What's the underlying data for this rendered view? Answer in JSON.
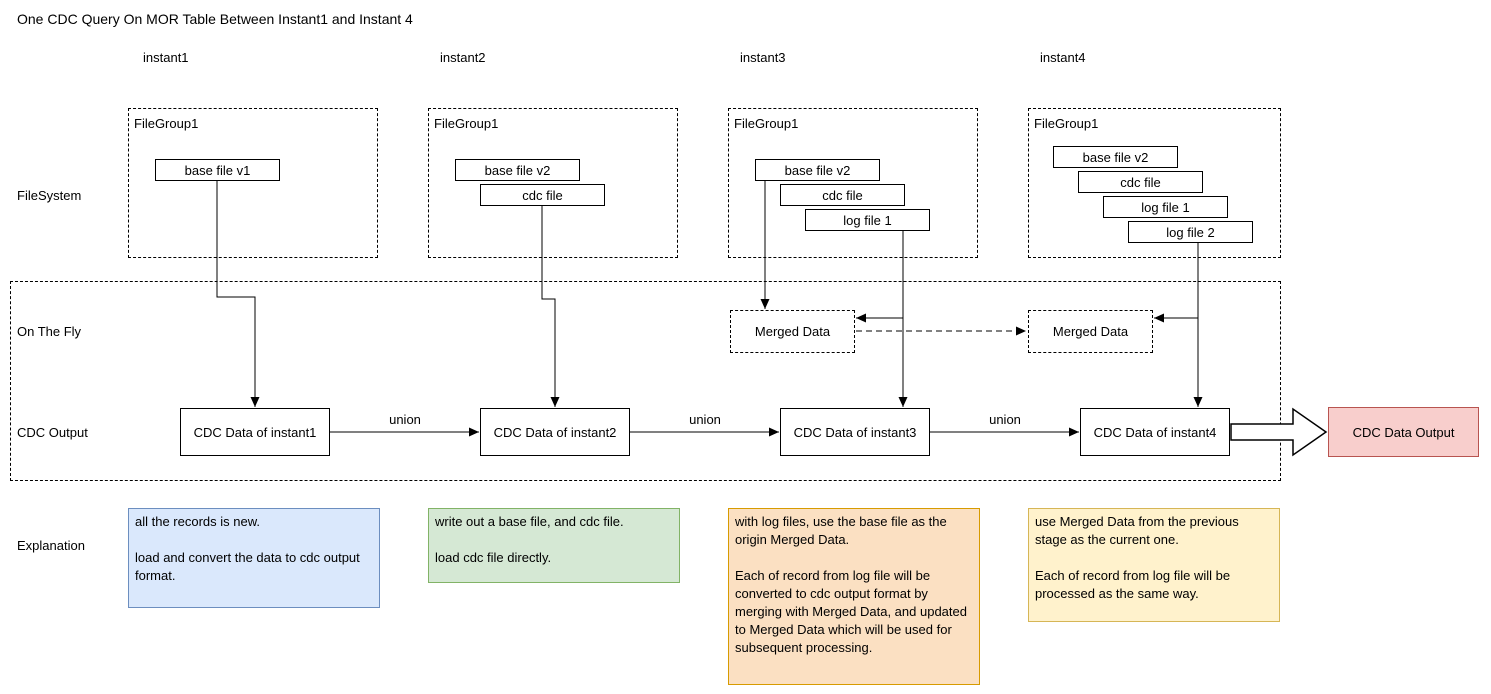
{
  "title": "One CDC Query On MOR Table Between Instant1 and Instant 4",
  "row_labels": {
    "filesystem": "FileSystem",
    "on_the_fly": "On The Fly",
    "cdc_output": "CDC Output",
    "explanation": "Explanation"
  },
  "union_label": "union",
  "merged_data_label": "Merged Data",
  "output_box_label": "CDC Data Output",
  "columns": [
    {
      "instant": "instant1",
      "filegroup": "FileGroup1",
      "files": [
        "base file v1"
      ],
      "cdc_box": "CDC Data of instant1",
      "explanation": "all the records is new.\n\nload and convert the data to cdc output format."
    },
    {
      "instant": "instant2",
      "filegroup": "FileGroup1",
      "files": [
        "base file v2",
        "cdc file"
      ],
      "cdc_box": "CDC Data of instant2",
      "explanation": "write out a base file, and cdc file.\n\nload cdc file directly."
    },
    {
      "instant": "instant3",
      "filegroup": "FileGroup1",
      "files": [
        "base file v2",
        "cdc file",
        "log file 1"
      ],
      "cdc_box": "CDC Data of instant3",
      "explanation": "with log files, use the base file as the origin Merged Data.\n\nEach of record from log file will be converted to cdc output format by merging with Merged Data, and updated to Merged Data which will be used for subsequent processing."
    },
    {
      "instant": "instant4",
      "filegroup": "FileGroup1",
      "files": [
        "base file v2",
        "cdc file",
        "log file 1",
        "log file 2"
      ],
      "cdc_box": "CDC Data of instant4",
      "explanation": "use Merged Data from the previous stage as the current one.\n\nEach of record from log file will be processed as the same way."
    }
  ],
  "colors": {
    "blue": {
      "fill": "#dae8fc",
      "stroke": "#6c8ebf"
    },
    "green": {
      "fill": "#d5e8d4",
      "stroke": "#82b366"
    },
    "orange": {
      "fill": "#fbe0c2",
      "stroke": "#d79b00"
    },
    "yellow": {
      "fill": "#fff2cc",
      "stroke": "#d6b656"
    },
    "red": {
      "fill": "#f8cecc",
      "stroke": "#b85450"
    }
  }
}
